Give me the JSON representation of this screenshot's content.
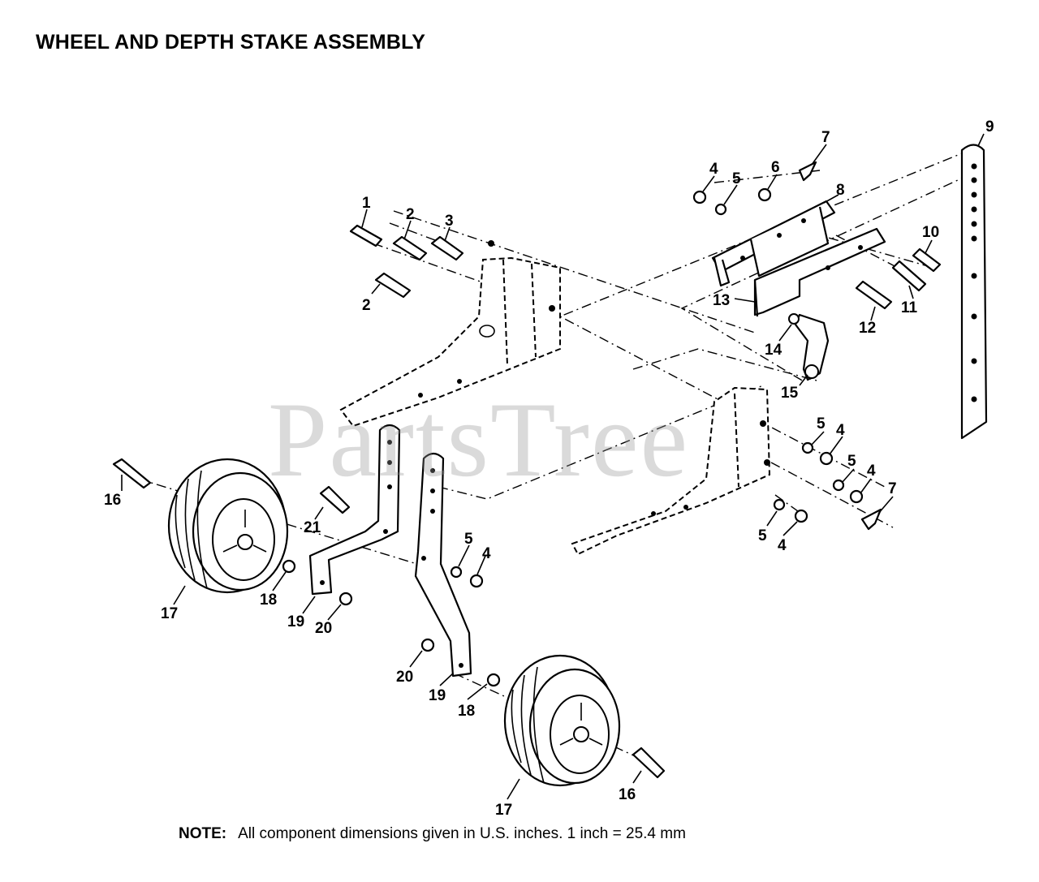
{
  "title": "WHEEL AND DEPTH STAKE ASSEMBLY",
  "watermark": "PartsTree",
  "note": {
    "lead": "NOTE:",
    "text": "All component dimensions given in U.S. inches.  1 inch = 25.4 mm"
  },
  "callouts": {
    "c1": "1",
    "c2a": "2",
    "c2b": "2",
    "c3": "3",
    "c4a": "4",
    "c4b": "4",
    "c4c": "4",
    "c4d": "4",
    "c4e": "4",
    "c5a": "5",
    "c5b": "5",
    "c5c": "5",
    "c5d": "5",
    "c5e": "5",
    "c6": "6",
    "c7a": "7",
    "c7b": "7",
    "c8": "8",
    "c9": "9",
    "c10": "10",
    "c11": "11",
    "c12": "12",
    "c13": "13",
    "c14": "14",
    "c15": "15",
    "c16a": "16",
    "c16b": "16",
    "c17a": "17",
    "c17b": "17",
    "c18a": "18",
    "c18b": "18",
    "c19a": "19",
    "c19b": "19",
    "c20a": "20",
    "c20b": "20",
    "c21": "21"
  }
}
